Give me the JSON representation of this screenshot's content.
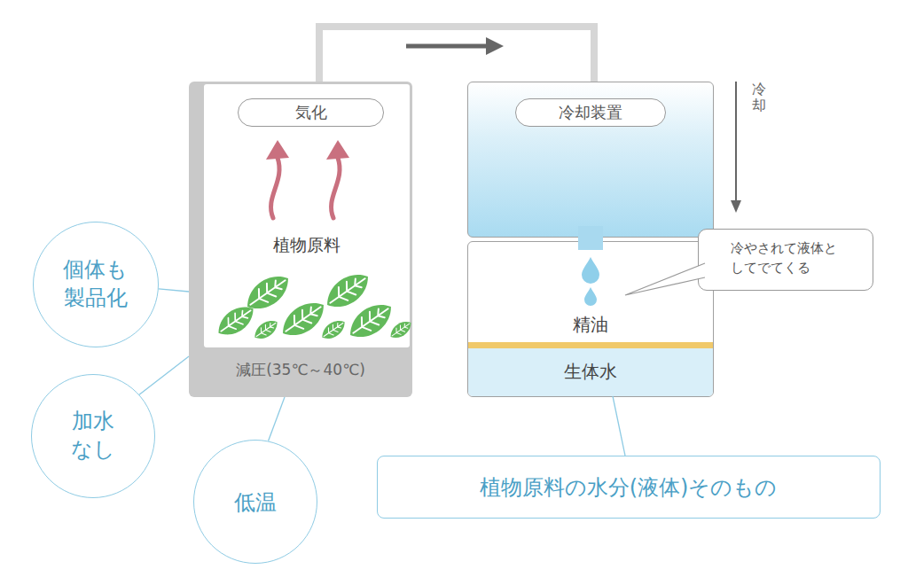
{
  "diagram": {
    "nodes": [
      {
        "text": [
          "気化",
          "植物原料",
          "減圧(35℃～40℃)"
        ]
      },
      {
        "text": [
          "冷却装置"
        ]
      },
      {
        "text": [
          "精油"
        ]
      },
      {
        "text": [
          "生体水"
        ],
        "in": 2
      },
      {
        "text": [
          "冷やされて液体としてでてくる"
        ]
      },
      {
        "text": [
          "個体も製品化"
        ]
      },
      {
        "text": [
          "加水なし"
        ]
      },
      {
        "text": [
          "低温"
        ]
      },
      {
        "text": [
          "植物原料の水分(液体)そのもの"
        ]
      }
    ],
    "edges": [
      {
        "from": 0,
        "to": 1,
        "arrow": "none"
      },
      {
        "from": 5,
        "to": 0,
        "arrow": "none"
      },
      {
        "from": 6,
        "to": 0,
        "arrow": "none"
      },
      {
        "from": 7,
        "to": 0,
        "arrow": "none"
      },
      {
        "from": 8,
        "to": 3,
        "arrow": "none"
      }
    ],
    "labels": [
      "冷却"
    ]
  }
}
